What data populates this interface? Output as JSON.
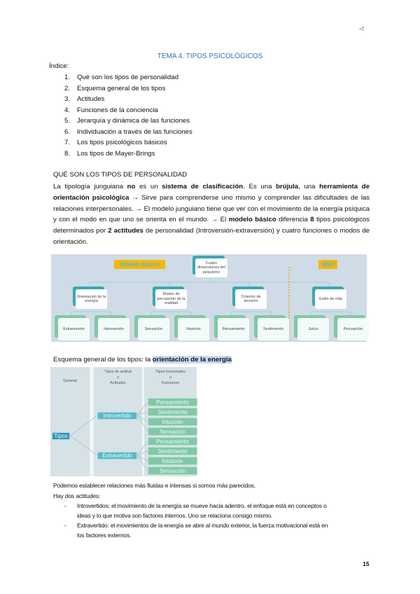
{
  "header": {
    "mark": "<f"
  },
  "title": "TEMA 4. TIPOS PSICOLÓGICOS",
  "index": {
    "label": "Índice:",
    "items": [
      "Qué son los tipos de personalidad",
      "Esquema general de los tipos",
      "Actitudes",
      "Funciones de la conciencia",
      "Jerarquía y dinámica de las funciones",
      "Individuación a través de las funciones",
      "Los tipos psicológicos básicos",
      "Los tipos de Mayer-Brings"
    ]
  },
  "section1": {
    "heading": "QUÉ SON LOS TIPOS DE PERSONALIDAD",
    "p": [
      "La tipología junguiana ",
      "no",
      " es un ",
      "sistema de clasificación",
      ". Es una ",
      "brújula",
      ", una ",
      "herramienta de orientación psicológica",
      " → Sirve para comprenderse uno mismo y comprender las dificultades de las relaciones interpersonales. → El modelo junguiano tiene que ver con el movimiento de la energía psíquica y con el modo en que uno se orienta en el mundo. → El ",
      "modelo básico",
      " diferencia ",
      "8",
      " tipos psicológicos determinados por ",
      "2 actitudes",
      " de personalidad (Introversión-extraversión) y cuatro funciones o modos de orientación."
    ]
  },
  "diagram1": {
    "tag_left": "Modelo básico",
    "tag_right": "MBTI",
    "root": "Cuatro dimensiones del psiquismo",
    "level2": [
      "Orientación de la energía",
      "Modos de percepción de la realidad",
      "Criterios de decisión",
      "Estilo de vida"
    ],
    "level3": [
      "Extraversión",
      "Introversión",
      "Sensación",
      "Intuición",
      "Pensamiento",
      "Sentimiento",
      "Juicio",
      "Percepción"
    ],
    "colors": {
      "bg": "#cfdbe6",
      "teal": "#3ea6b4",
      "green": "#7fc9a3",
      "tag": "#f6b800"
    }
  },
  "section2": {
    "text": "Esquema general de los tipos: la ",
    "highlight": "orientación de la energía"
  },
  "diagram2": {
    "headers": [
      "General",
      "Tipos de actitud\no\nActitudes",
      "Tipos funcionales\no\nFunciones"
    ],
    "root": "Tipos",
    "attitudes": [
      "Introvertido",
      "Extravertido"
    ],
    "functions": [
      "Pensamiento",
      "Sentimiento",
      "Intuición",
      "Sensación",
      "Pensamiento",
      "Sentimiento",
      "Intuición",
      "Sensación"
    ]
  },
  "bottom": {
    "line1": "Podemos establecer relaciones más fluidas e intensas si somos más parecidos.",
    "line2": "Hay dos actitudes:",
    "bullets": [
      {
        "label": "Introvertidos:",
        "text": " el movimiento de la energía se mueve hacia adentro, el enfoque está en conceptos o",
        "text2": "ideas y lo que motiva son factores internos. Uno se relaciona consigo mismo."
      },
      {
        "label": "Extravertido:",
        "text": " el movimientos de la energía se abre al mundo exterior, la fuerza motivacional está en",
        "text2": "los factores externos."
      }
    ]
  },
  "page_number": "15"
}
